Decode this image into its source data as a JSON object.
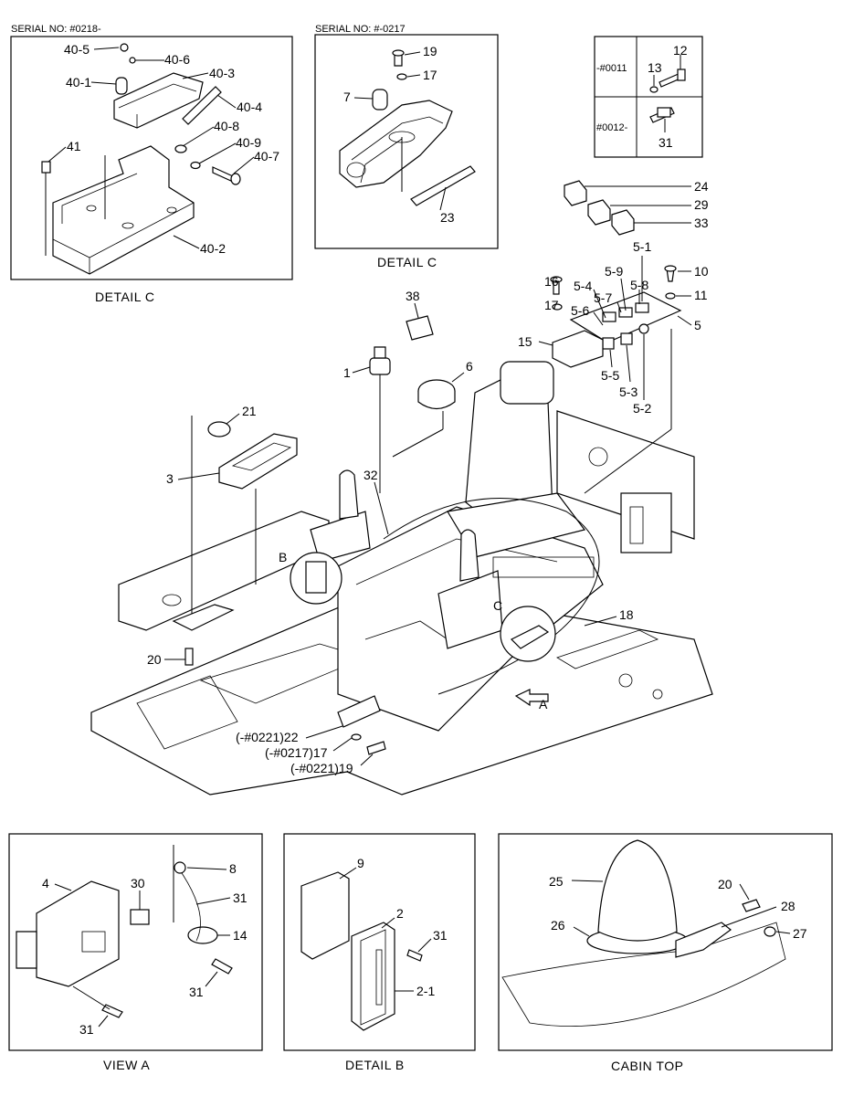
{
  "serials": {
    "detail_c_left": "SERIAL NO: #0218-",
    "detail_c_mid": "SERIAL NO: #-0217"
  },
  "captions": {
    "detail_c_left": "DETAIL  C",
    "detail_c_mid": "DETAIL  C",
    "view_a": "VIEW  A",
    "detail_b": "DETAIL  B",
    "cabin_top": "CABIN TOP"
  },
  "table": {
    "row1_serial": "-#0011",
    "row2_serial": "#0012-",
    "p12": "12",
    "p13": "13",
    "p31": "31"
  },
  "labels": {
    "d1": [
      "40-5",
      "40-6",
      "40-1",
      "40-3",
      "40-4",
      "40-8",
      "40-9",
      "40-7",
      "41",
      "40-2"
    ],
    "d2": [
      "19",
      "17",
      "7",
      "23"
    ],
    "main": [
      "24",
      "29",
      "33",
      "5-1",
      "16",
      "10",
      "5-9",
      "5-8",
      "5-4",
      "17",
      "11",
      "5-7",
      "5-6",
      "5",
      "15",
      "38",
      "5-5",
      "5-3",
      "5-2",
      "1",
      "6",
      "21",
      "3",
      "32",
      "B",
      "18",
      "C",
      "20",
      "A",
      "(-#0221)22",
      "(-#0217)17",
      "(-#0221)19"
    ],
    "view_a": [
      "8",
      "4",
      "30",
      "31",
      "14",
      "31",
      "31"
    ],
    "detail_b": [
      "9",
      "2",
      "31",
      "2-1"
    ],
    "cabin": [
      "25",
      "20",
      "28",
      "26",
      "27"
    ]
  }
}
